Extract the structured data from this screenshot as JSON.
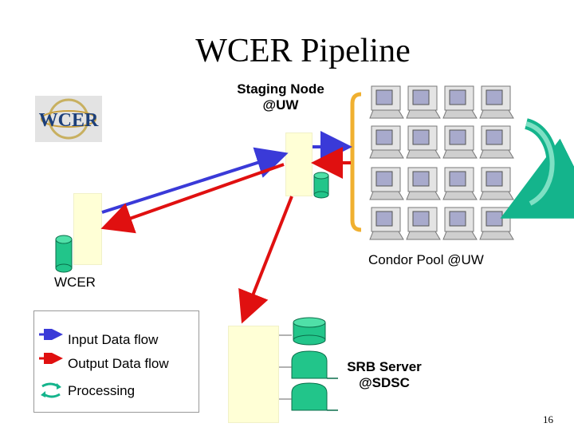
{
  "title": "WCER Pipeline",
  "staging_node": {
    "line1": "Staging Node",
    "line2": "@UW"
  },
  "condor_pool": "Condor Pool @UW",
  "wcer_label": "WCER",
  "logo_text": "WCER",
  "srb_server": {
    "line1": "SRB Server",
    "line2": "@SDSC"
  },
  "legend": {
    "input": "Input Data flow",
    "output": "Output Data flow",
    "processing": "Processing"
  },
  "page_number": "16",
  "colors": {
    "input_flow": "#3a3ad8",
    "output_flow": "#e01010",
    "processing": "#14b48c",
    "node_fill": "#ffffd6",
    "bracket": "#f0b030",
    "storage": "#22c58a"
  }
}
